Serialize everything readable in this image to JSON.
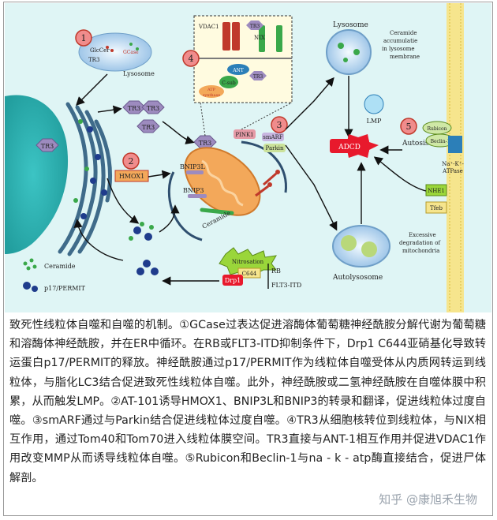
{
  "figure": {
    "labels": {
      "step1": "1",
      "step2": "2",
      "step3": "3",
      "step4": "4",
      "step5": "5",
      "tr3": "TR3",
      "glccer": "GlcCer",
      "gcase": "GCase",
      "lysosome_small": "Lysosome",
      "vdac1": "VDAC1",
      "nix": "NIX",
      "ant": "ANT",
      "csub": "C-sub",
      "atp_synthase_1": "ATP",
      "atp_synthase_2": "synthase",
      "hmox1": "HMOX1",
      "bnip3l": "BNIP3L",
      "bnip3": "BNIP3",
      "pink1": "PINK1",
      "smarf": "smARF",
      "parkin": "Parkin",
      "ceramide_mito": "Ceramide",
      "lysosome": "Lysosome",
      "ceramide_acc_1": "Ceramide",
      "ceramide_acc_2": "accumulatie",
      "ceramide_acc_3": "in lysosome",
      "ceramide_acc_4": "membrane",
      "lmp": "LMP",
      "adcd": "ADCD",
      "autosis": "Autosis",
      "rubicon": "Rubicon",
      "beclin1": "Beclin-1",
      "nak_atpase_1": "Na⁺-K⁺-",
      "nak_atpase_2": "ATPase",
      "nhe1": "NHE1",
      "tfeb": "Tfeb",
      "excessive_1": "Excessive",
      "excessive_2": "degradation of",
      "excessive_3": "mitochondria",
      "autolysosome": "Autolysosome",
      "nitrosation": "Nitrosation",
      "c644": "C644",
      "drp1": "Drp1",
      "rb": "RB",
      "flt3": "FLT3-ITD",
      "legend_ceramide": "Ceramide",
      "legend_permit": "p17/PERMIT"
    },
    "colors": {
      "background": "#dff5f5",
      "nucleus": "#2fb3b3",
      "er": "#3f6b8a",
      "tr3": "#9d8bbf",
      "mitochondria": "#f3a85a",
      "adcd": "#e8192c",
      "step_circle": "#f08c8c",
      "step_border": "#c0392b",
      "ceramide_dot": "#3aa84a",
      "permit": "#1f3c8c"
    }
  },
  "caption": {
    "text": "致死性线粒体自噬和自噬的机制。①GCase过表达促进溶酶体葡萄糖神经酰胺分解代谢为葡萄糖和溶酶体神经酰胺，并在ER中循环。在RB或FLT3-ITD抑制条件下，Drp1 C644亚硝基化导致转运蛋白p17/PERMIT的释放。神经酰胺通过p17/PERMIT作为线粒体自噬受体从内质网转运到线粒体，与脂化LC3结合促进致死性线粒体自噬。此外，神经酰胺或二氢神经酰胺在自噬体膜中积累，从而触发LMP。②AT-101诱导HMOX1、BNIP3L和BNIP3的转录和翻译，促进线粒体过度自噬。③smARF通过与Parkin结合促进线粒体过度自噬。④TR3从细胞核转位到线粒体，与NIX相互作用，通过Tom40和Tom70进入线粒体膜空间。TR3直接与ANT-1相互作用并促进VDAC1作用改变MMP从而诱导线粒体自噬。⑤Rubicon和Beclin-1与na - k - atp酶直接结合，促进尸体解剖。"
  },
  "watermark": "知乎 @康旭禾生物"
}
